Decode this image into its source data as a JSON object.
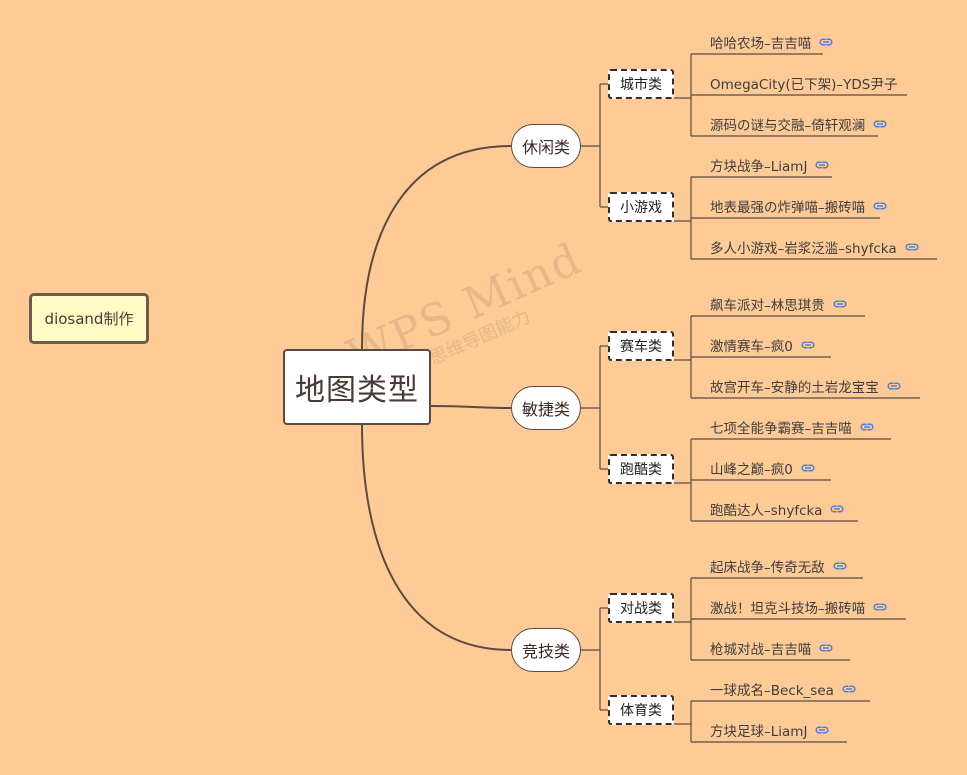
{
  "root": {
    "label": "地图类型"
  },
  "credit": {
    "label": "diosand制作"
  },
  "watermark": {
    "main": "WPS Mind",
    "sub": "WPS思维导图能力"
  },
  "colors": {
    "background": "#FECB96",
    "line": "#5a4a42",
    "credit_fill": "#FFFBC5",
    "link_icon": "#4a7fd8"
  },
  "branches": [
    {
      "label": "休闲类",
      "subs": [
        {
          "label": "城市类",
          "leaves": [
            {
              "label": "哈哈农场–吉吉喵",
              "has_link": true
            },
            {
              "label": "OmegaCity(已下架)–YDS尹子",
              "has_link": false
            },
            {
              "label": "源码の谜与交融–倚轩观澜",
              "has_link": true
            }
          ]
        },
        {
          "label": "小游戏",
          "leaves": [
            {
              "label": "方块战争–LiamJ",
              "has_link": true
            },
            {
              "label": "地表最强の炸弹喵–搬砖喵",
              "has_link": true
            },
            {
              "label": "多人小游戏–岩浆泛滥–shyfcka",
              "has_link": true
            }
          ]
        }
      ]
    },
    {
      "label": "敏捷类",
      "subs": [
        {
          "label": "赛车类",
          "leaves": [
            {
              "label": "飙车派对–林思琪贵",
              "has_link": true
            },
            {
              "label": "激情赛车–疯0",
              "has_link": true
            },
            {
              "label": "故宫开车–安静的土岩龙宝宝",
              "has_link": true
            }
          ]
        },
        {
          "label": "跑酷类",
          "leaves": [
            {
              "label": "七项全能争霸赛–吉吉喵",
              "has_link": true
            },
            {
              "label": "山峰之巅–疯0",
              "has_link": true
            },
            {
              "label": "跑酷达人–shyfcka",
              "has_link": true
            }
          ]
        }
      ]
    },
    {
      "label": "竞技类",
      "subs": [
        {
          "label": "对战类",
          "leaves": [
            {
              "label": "起床战争–传奇无敌",
              "has_link": true
            },
            {
              "label": "激战！坦克斗技场–搬砖喵",
              "has_link": true
            },
            {
              "label": "枪城对战–吉吉喵",
              "has_link": true
            }
          ]
        },
        {
          "label": "体育类",
          "leaves": [
            {
              "label": "一球成名–Beck_sea",
              "has_link": true
            },
            {
              "label": "方块足球–LiamJ",
              "has_link": true
            }
          ]
        }
      ]
    }
  ]
}
